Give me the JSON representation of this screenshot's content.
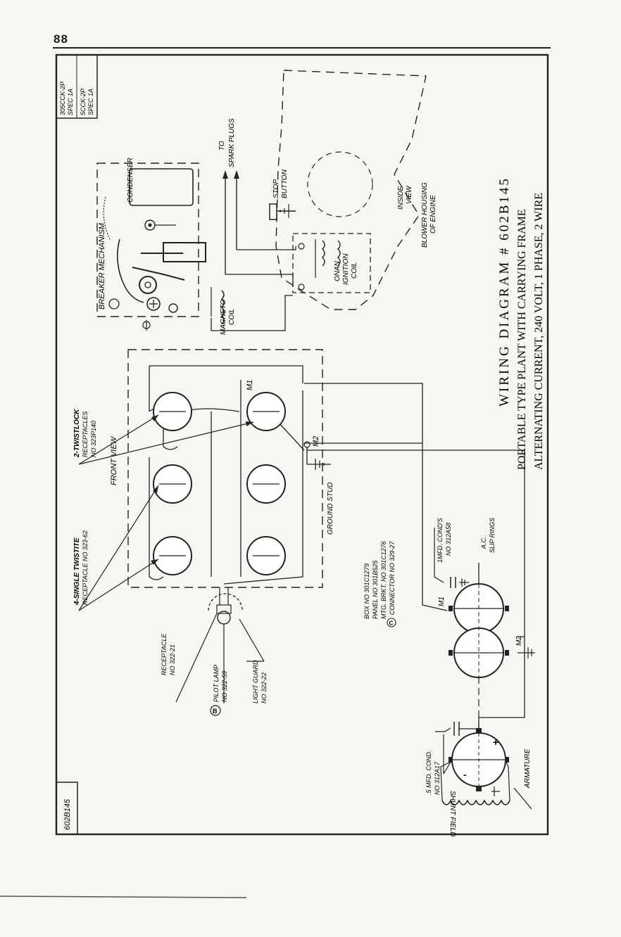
{
  "page": {
    "number": "88",
    "drawing_number": "602B145"
  },
  "model_box": {
    "line1": "305CCK-2P",
    "line2": "SPEC 1A",
    "line3": "5CCK-2P",
    "line4": "SPEC 1A"
  },
  "title": {
    "line1": "WIRING DIAGRAM # 602B145",
    "line2": "PORTABLE TYPE PLANT WITH CARRYING FRAME",
    "line3": "ALTERNATING CURRENT, 240 VOLT, 1 PHASE, 2 WIRE"
  },
  "labels": {
    "breaker_mechanism": "BREAKER MECHANISM",
    "condenser": "CONDENSER",
    "magneto_coil_1": "MAGNETO",
    "magneto_coil_2": "COIL",
    "to_spark_plugs_1": "TO",
    "to_spark_plugs_2": "SPARK PLUGS",
    "stop_button_1": "STOP",
    "stop_button_2": "BUTTON",
    "ignition_coil_1": "ONAN",
    "ignition_coil_2": "IGNITION",
    "ignition_coil_3": "COIL",
    "inside_view_1": "INSIDE",
    "inside_view_2": "VIEW",
    "blower_housing_1": "BLOWER HOUSING",
    "blower_housing_2": "OF ENGINE",
    "twistlock_1": "2-TWISTLOCK",
    "twistlock_2": "RECEPTACLES",
    "twistlock_3": "NO 323P140",
    "front_view": "FRONT VIEW",
    "single_twistite_1": "4-SINGLE TWISTITE",
    "single_twistite_2": "RECEPTACLE NO 323-62",
    "ground_stud": "GROUND STUD",
    "m1": "M1",
    "m2": "M2",
    "box_1": "BOX NO 301C1279",
    "box_2": "PANEL NO 301B525",
    "box_3": "MTG. BRKT. NO 301C1276",
    "box_4": "CONNECTOR NO 329-27",
    "one_mfd_1": "1MFD. COND'S",
    "one_mfd_2": "NO 312A58",
    "ac_slip_1": "A.C.",
    "ac_slip_2": "SLIP RINGS",
    "receptacle_1": "RECEPTACLE",
    "receptacle_2": "NO 322-21",
    "pilot_lamp_1": "PILOT LAMP",
    "pilot_lamp_2": "NO 322-59",
    "pilot_lamp_badge": "B",
    "box_badge": "C",
    "light_guard_1": "LIGHT GUARD",
    "light_guard_2": "NO 322-22",
    "five_mfd_1": ".5 MFD. COND.",
    "five_mfd_2": "NO 312A17",
    "armature": "ARMATURE",
    "shunt_field": "SHUNT FIELD",
    "plus": "+",
    "minus": "-"
  }
}
